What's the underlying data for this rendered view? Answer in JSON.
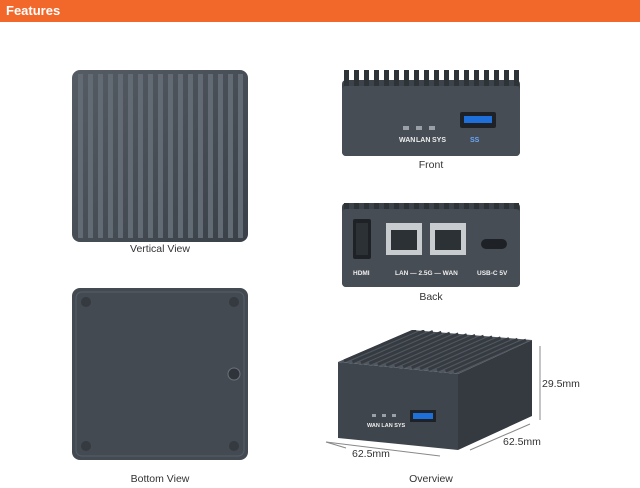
{
  "header": {
    "title": "Features"
  },
  "views": {
    "vertical": {
      "caption": "Vertical View"
    },
    "front": {
      "caption": "Front",
      "port_labels": [
        "WAN",
        "LAN",
        "SYS"
      ],
      "usb_label": "SS"
    },
    "back": {
      "caption": "Back",
      "port_labels": [
        "HDMI",
        "LAN — 2.5G — WAN",
        "USB-C 5V"
      ]
    },
    "bottom": {
      "caption": "Bottom View"
    },
    "overview": {
      "caption": "Overview",
      "led_labels": "WAN LAN SYS",
      "dims": {
        "height": "29.5mm",
        "depth": "62.5mm",
        "width": "62.5mm"
      }
    }
  },
  "colors": {
    "header": "#f2682a",
    "body": "#3b4148",
    "body_light": "#4d545c",
    "usb_blue": "#1e6fd9"
  }
}
